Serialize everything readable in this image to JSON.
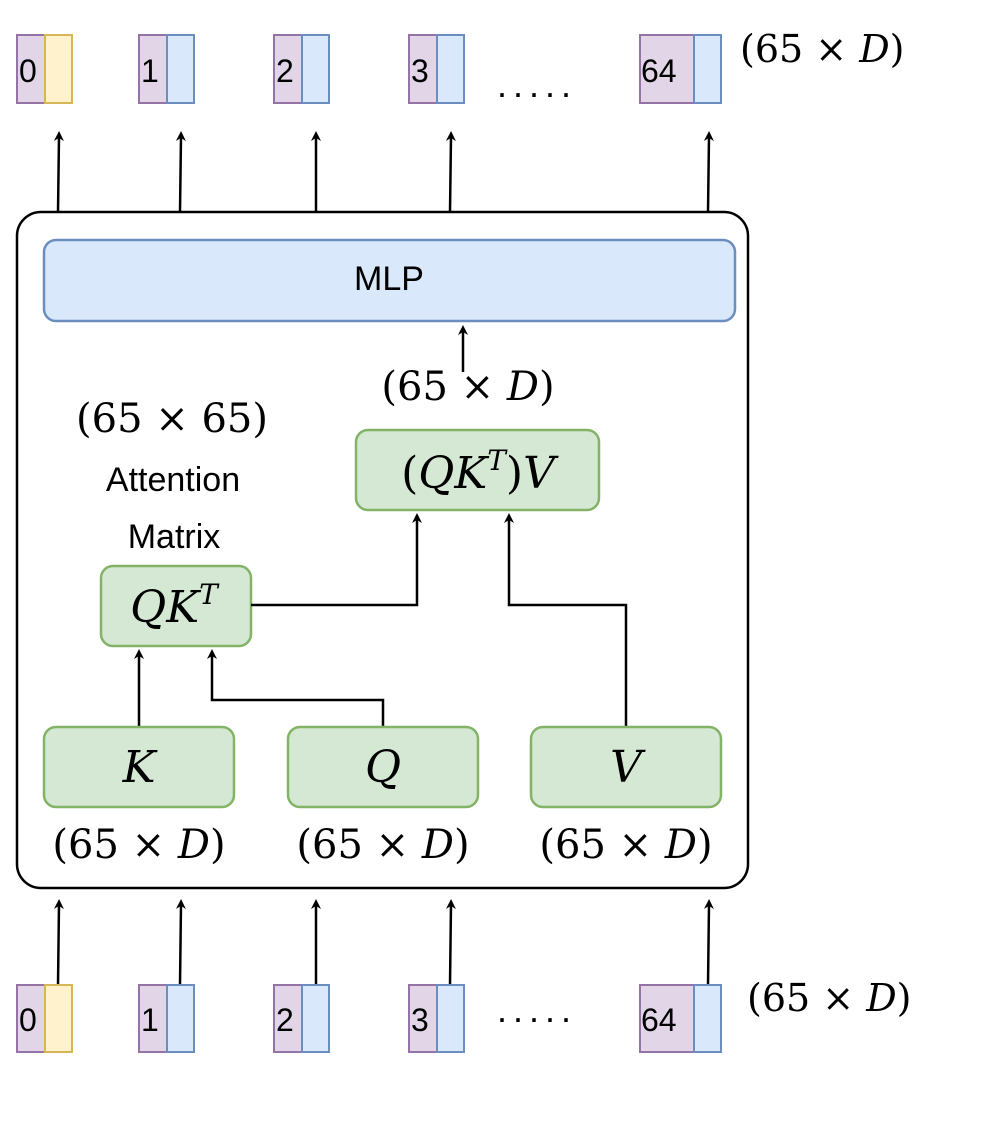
{
  "tokens_top": {
    "items": [
      {
        "label": "0",
        "type": "cls"
      },
      {
        "label": "1",
        "type": "patch"
      },
      {
        "label": "2",
        "type": "patch"
      },
      {
        "label": "3",
        "type": "patch"
      },
      {
        "label": "64",
        "type": "patch"
      }
    ],
    "ellipsis": ".....",
    "dim_prefix": "(65 × ",
    "dim_var": "D",
    "dim_suffix": ")"
  },
  "tokens_bottom": {
    "items": [
      {
        "label": "0",
        "type": "cls"
      },
      {
        "label": "1",
        "type": "patch"
      },
      {
        "label": "2",
        "type": "patch"
      },
      {
        "label": "3",
        "type": "patch"
      },
      {
        "label": "64",
        "type": "patch"
      }
    ],
    "ellipsis": ".....",
    "dim_prefix": "(65 × ",
    "dim_var": "D",
    "dim_suffix": ")"
  },
  "block": {
    "mlp_label": "MLP",
    "mlp_input_dim": {
      "prefix": "(65 × ",
      "var": "D",
      "suffix": ")"
    },
    "attention": {
      "dim": "(65 × 65)",
      "label_line1": "Attention",
      "label_line2": "Matrix",
      "qkt": {
        "q": "Q",
        "k": "K",
        "sup": "T"
      }
    },
    "qktv": {
      "open": "(",
      "q": "Q",
      "k": "K",
      "sup": "T",
      "close": ")",
      "v": "V"
    },
    "inputs": [
      {
        "var": "K",
        "dim_prefix": "(65 × ",
        "dim_var": "D",
        "dim_suffix": ")"
      },
      {
        "var": "Q",
        "dim_prefix": "(65 × ",
        "dim_var": "D",
        "dim_suffix": ")"
      },
      {
        "var": "V",
        "dim_prefix": "(65 × ",
        "dim_var": "D",
        "dim_suffix": ")"
      }
    ]
  },
  "colors": {
    "cls_fill": "#fff2cc",
    "cls_stroke": "#d6b656",
    "id_fill": "#e1d5e7",
    "id_stroke": "#9673a6",
    "patch_fill": "#dae8fc",
    "patch_stroke": "#6c8ebf",
    "op_fill": "#d5e8d4",
    "op_stroke": "#82b366"
  }
}
